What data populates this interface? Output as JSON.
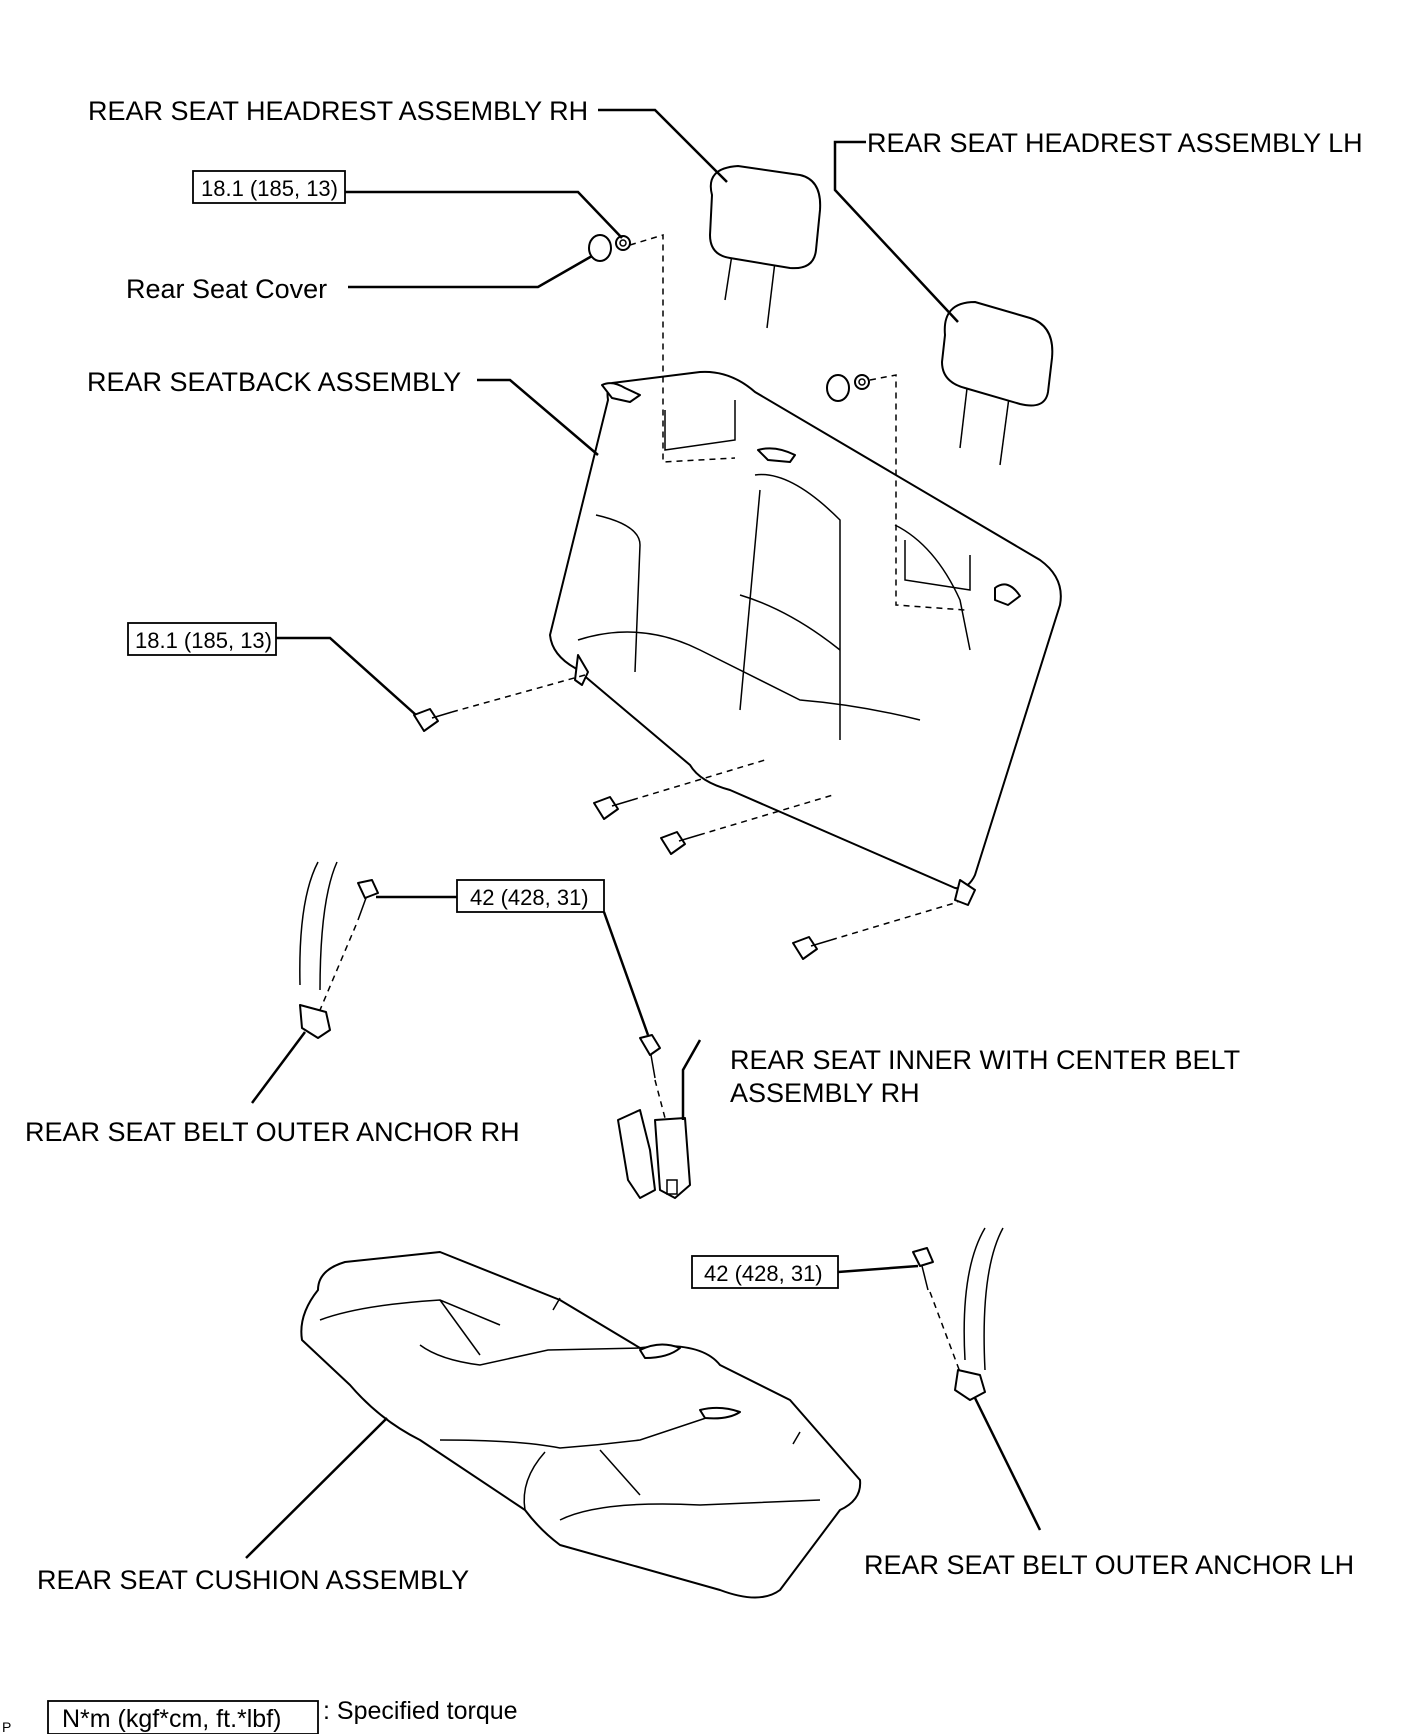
{
  "labels": {
    "headrest_rh": "REAR SEAT HEADREST ASSEMBLY RH",
    "headrest_lh": "REAR SEAT HEADREST ASSEMBLY LH",
    "rear_seat_cover": "Rear Seat Cover",
    "seatback": "REAR SEATBACK ASSEMBLY",
    "belt_anchor_rh": "REAR SEAT BELT OUTER ANCHOR RH",
    "inner_center_belt_line1": "REAR SEAT INNER WITH CENTER BELT",
    "inner_center_belt_line2": "ASSEMBLY RH",
    "cushion": "REAR SEAT CUSHION ASSEMBLY",
    "belt_anchor_lh": "REAR SEAT BELT OUTER ANCHOR LH"
  },
  "torques": {
    "cover_nut": "18.1 (185, 13)",
    "seatback_bolt": "18.1 (185, 13)",
    "belt_rh": "42 (428, 31)",
    "belt_lh": "42 (428, 31)"
  },
  "legend": {
    "unit_box": "N*m (kgf*cm, ft.*lbf)",
    "description": ": Specified torque"
  },
  "corner_mark": "P"
}
